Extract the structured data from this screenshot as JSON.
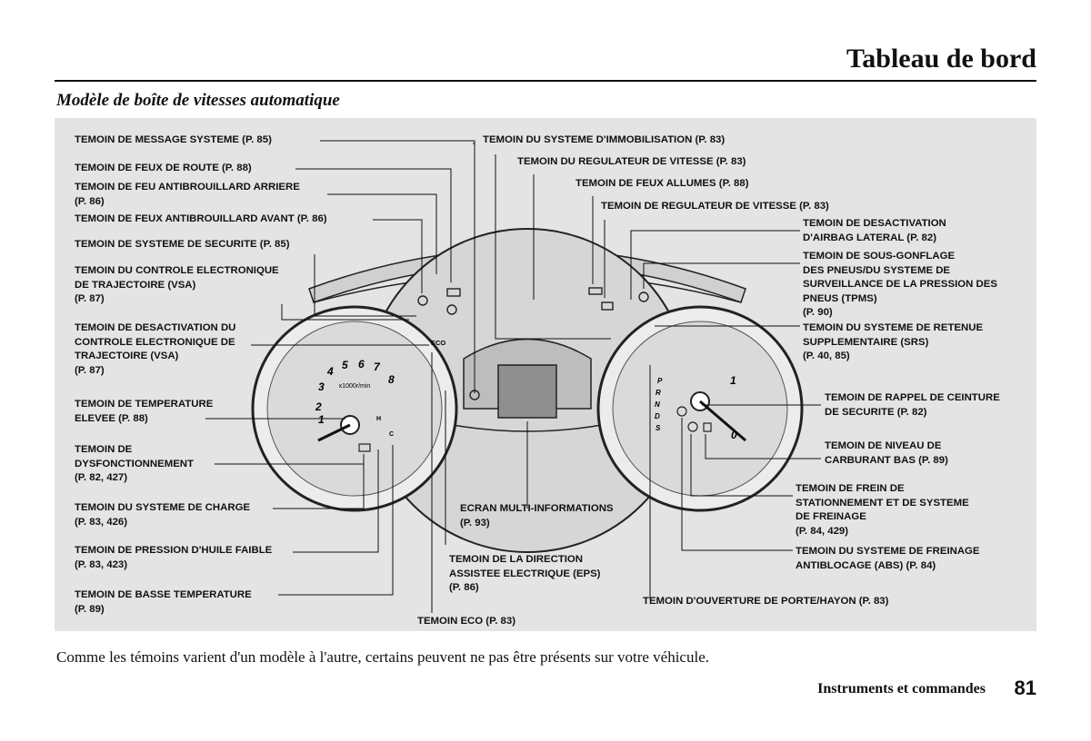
{
  "header": {
    "title": "Tableau de bord"
  },
  "subtitle": "Modèle de boîte de vitesses automatique",
  "labels": {
    "message_systeme": "TEMOIN DE MESSAGE SYSTEME (P. 85)",
    "feux_route": "TEMOIN DE FEUX DE ROUTE (P. 88)",
    "antibrouillard_arriere": "TEMOIN DE FEU ANTIBROUILLARD ARRIERE\n(P. 86)",
    "antibrouillard_avant": "TEMOIN DE FEUX ANTIBROUILLARD AVANT (P. 86)",
    "securite": "TEMOIN DE SYSTEME DE SECURITE (P. 85)",
    "vsa": "TEMOIN DU CONTROLE ELECTRONIQUE\nDE TRAJECTOIRE (VSA)\n(P. 87)",
    "vsa_off": "TEMOIN DE DESACTIVATION DU\nCONTROLE ELECTRONIQUE DE\nTRAJECTOIRE (VSA)\n(P. 87)",
    "temperature_elevee": "TEMOIN DE TEMPERATURE\nELEVEE (P. 88)",
    "dysfonctionnement": "TEMOIN DE\nDYSFONCTIONNEMENT\n(P. 82, 427)",
    "charge": "TEMOIN DU SYSTEME DE CHARGE\n(P. 83, 426)",
    "pression_huile": "TEMOIN DE PRESSION D'HUILE FAIBLE\n(P. 83, 423)",
    "basse_temperature": "TEMOIN DE BASSE TEMPERATURE\n(P. 89)",
    "eco": "TEMOIN ECO (P. 83)",
    "immobilisation": "TEMOIN DU SYSTEME D'IMMOBILISATION (P. 83)",
    "regulateur_vitesse_1": "TEMOIN DU REGULATEUR DE VITESSE (P. 83)",
    "feux_allumes": "TEMOIN DE FEUX ALLUMES (P. 88)",
    "regulateur_vitesse_2": "TEMOIN DE REGULATEUR DE VITESSE (P. 83)",
    "airbag_lateral": "TEMOIN DE DESACTIVATION\nD'AIRBAG LATERAL (P. 82)",
    "tpms": "TEMOIN DE SOUS-GONFLAGE\nDES PNEUS/DU SYSTEME DE\nSURVEILLANCE DE LA PRESSION DES\nPNEUS (TPMS)\n(P. 90)",
    "srs": "TEMOIN DU SYSTEME DE RETENUE\nSUPPLEMENTAIRE (SRS)\n(P. 40, 85)",
    "ceinture": "TEMOIN DE RAPPEL DE CEINTURE\nDE SECURITE (P. 82)",
    "carburant": "TEMOIN DE NIVEAU DE\nCARBURANT BAS (P. 89)",
    "frein_stationnement": "TEMOIN DE FREIN DE\nSTATIONNEMENT ET DE SYSTEME\nDE FREINAGE\n(P. 84, 429)",
    "abs": "TEMOIN DU SYSTEME DE FREINAGE\nANTIBLOCAGE (ABS) (P. 84)",
    "porte": "TEMOIN D'OUVERTURE DE PORTE/HAYON (P. 83)",
    "multi_info": "ECRAN MULTI-INFORMATIONS\n(P. 93)",
    "eps": "TEMOIN DE LA DIRECTION\nASSISTEE ELECTRIQUE (EPS)\n(P. 86)"
  },
  "gauge_text": {
    "tach_numbers": [
      "1",
      "2",
      "3",
      "4",
      "5",
      "6",
      "7",
      "8"
    ],
    "tach_unit": "x1000r/min",
    "gear_letters": [
      "P",
      "R",
      "N",
      "D",
      "S"
    ],
    "fuel_marks": [
      "1",
      "0"
    ],
    "eco": "ECO",
    "temp_h": "H",
    "temp_c": "C"
  },
  "footnote": "Comme les témoins varient d'un modèle à l'autre, certains peuvent ne pas être présents sur votre véhicule.",
  "footer": {
    "section": "Instruments et commandes",
    "page_number": "81"
  }
}
